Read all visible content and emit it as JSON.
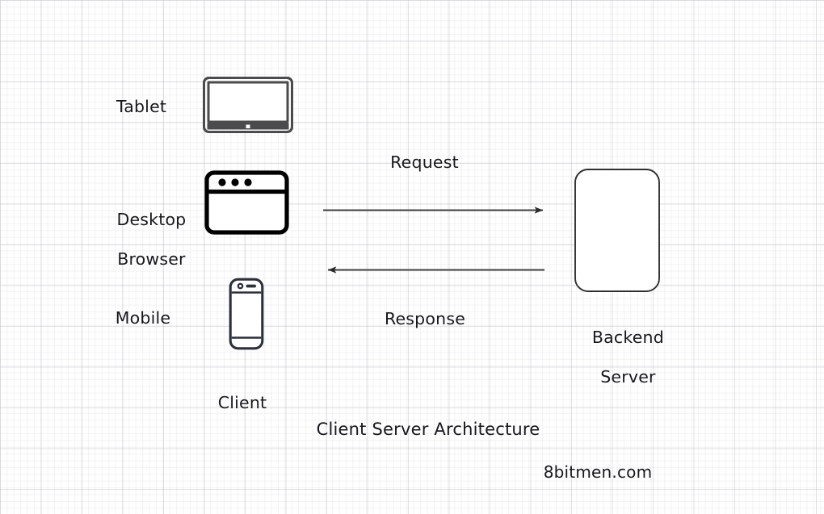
{
  "diagram": {
    "title": "Client Server Architecture",
    "brand": "8bitmen.com",
    "client_group_label": "Client",
    "nodes": [
      {
        "id": "tablet",
        "label": "Tablet",
        "icon": "tablet-icon",
        "color": "#4b4b4d"
      },
      {
        "id": "desktop",
        "label_line1": "Desktop",
        "label_line2": "Browser",
        "icon": "browser-window-icon",
        "color": "#000000"
      },
      {
        "id": "mobile",
        "label": "Mobile",
        "icon": "mobile-phone-icon",
        "color": "#2b303b"
      },
      {
        "id": "server",
        "label_line1": "Backend",
        "label_line2": "Server",
        "icon": "server-box-icon",
        "color": "#2f2f2f"
      }
    ],
    "flows": [
      {
        "id": "request",
        "label": "Request",
        "direction": "client-to-server",
        "color": "#3a3a3a"
      },
      {
        "id": "response",
        "label": "Response",
        "direction": "server-to-client",
        "color": "#2a2a2a"
      }
    ],
    "colors": {
      "background": "#ffffff",
      "grid_major": "#bebec3",
      "grid_minor": "#d7d7dc",
      "text": "#17181c",
      "tablet": "#4b4b4d",
      "browser": "#000000",
      "mobile": "#2b303b",
      "server_stroke": "#2f2f2f",
      "arrow": "#3a3a3a"
    }
  }
}
